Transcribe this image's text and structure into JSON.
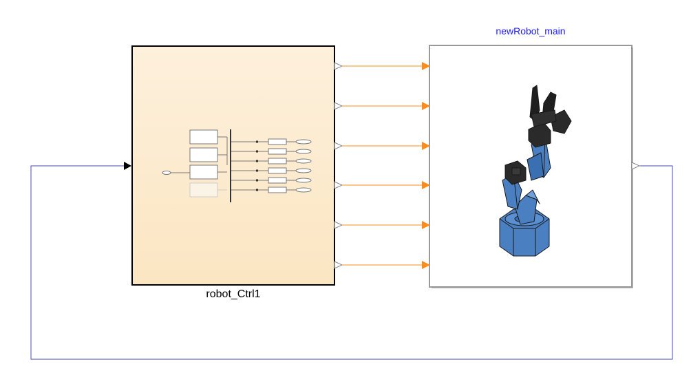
{
  "diagram": {
    "controller_block": {
      "name": "robot_Ctrl1",
      "output_port_count": 6,
      "input_port_count": 1
    },
    "plant_block": {
      "name": "newRobot_main",
      "input_port_count": 6,
      "output_port_count": 1
    },
    "icons": {
      "controller_thumbnail": "subsystem-thumbnail-icon",
      "robot_arm": "robot-arm-icon"
    },
    "colors": {
      "signal_line": "#ff8c1a",
      "feedback_line": "#4a4ab0",
      "plant_label": "#1a1aff",
      "controller_fill_top": "#fdf0dc",
      "controller_fill_bottom": "#fbe6c2",
      "robot_blue": "#4a7fc1",
      "robot_dark": "#2a2a2a"
    }
  }
}
